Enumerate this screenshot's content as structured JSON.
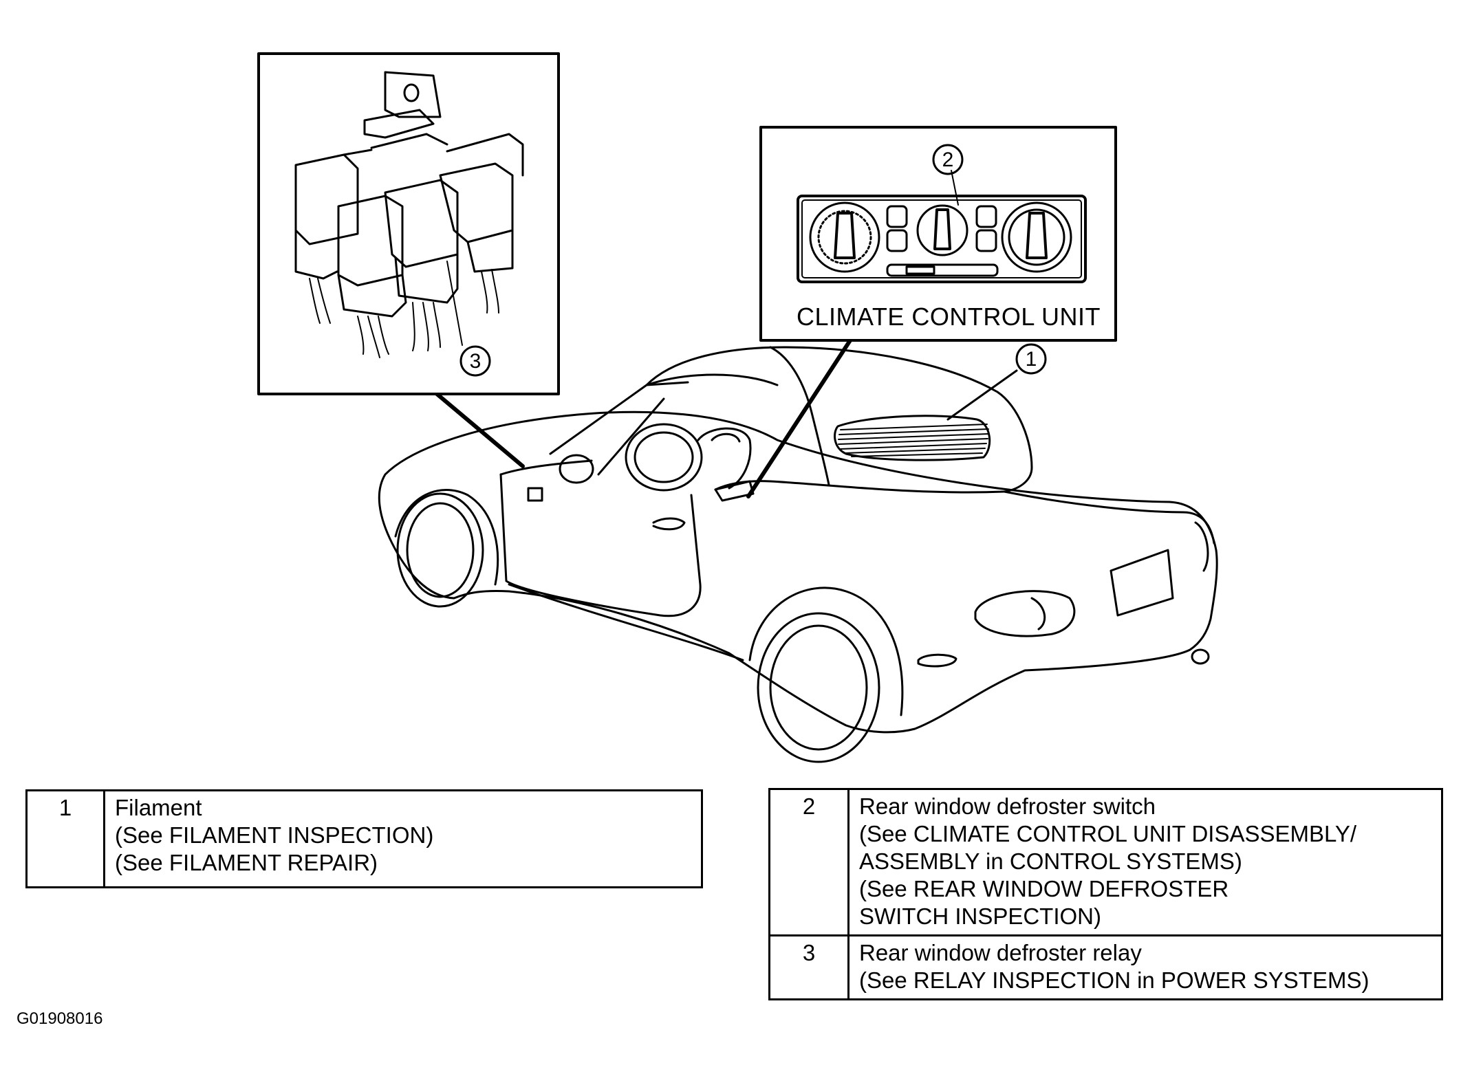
{
  "diagram": {
    "figure_id": "G01908016",
    "inset_caption": "CLIMATE CONTROL UNIT",
    "callouts": [
      "1",
      "2",
      "3"
    ]
  },
  "legend_left": {
    "rows": [
      {
        "num": "1",
        "title": "Filament",
        "refs": [
          "(See FILAMENT INSPECTION)",
          "(See FILAMENT REPAIR)"
        ]
      }
    ]
  },
  "legend_right": {
    "rows": [
      {
        "num": "2",
        "title": "Rear window defroster switch",
        "line1": "(See CLIMATE CONTROL UNIT DISASSEMBLY/",
        "line2_bold": "ASSEMBLY",
        "line2_rest": " in CONTROL SYSTEMS)",
        "line3": "(See REAR WINDOW DEFROSTER",
        "line4": "SWITCH INSPECTION)"
      },
      {
        "num": "3",
        "title": "Rear window defroster relay",
        "line1_pre": "(See ",
        "line1_bold": "RELAY INSPECTION",
        "line1_rest": " in POWER SYSTEMS)"
      }
    ]
  },
  "colors": {
    "ink": "#000000",
    "paper": "#ffffff"
  }
}
